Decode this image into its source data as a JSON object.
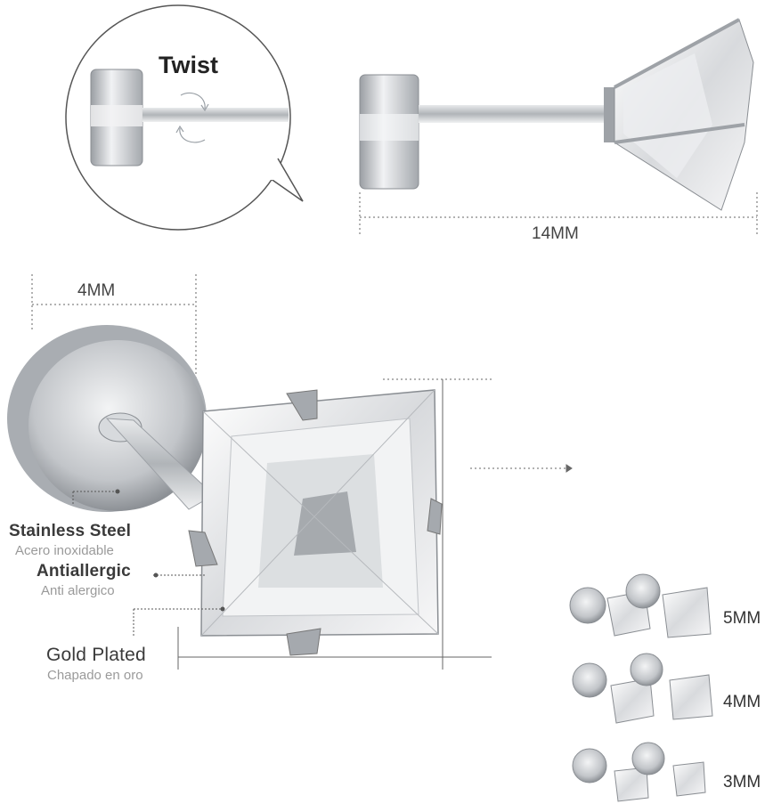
{
  "callout": {
    "twist_label": "Twist"
  },
  "dimensions": {
    "length_label": "14MM",
    "width_label": "4MM"
  },
  "features": [
    {
      "main": "Stainless Steel",
      "sub": "Acero inoxidable"
    },
    {
      "main": "Antiallergic",
      "sub": "Anti alergico"
    },
    {
      "main": "Gold Plated",
      "sub": "Chapado en oro"
    }
  ],
  "sizes": [
    "5MM",
    "4MM",
    "3MM"
  ],
  "colors": {
    "metal": "#c9ccd0",
    "metal_dark": "#8b8f94",
    "line": "#666666"
  }
}
